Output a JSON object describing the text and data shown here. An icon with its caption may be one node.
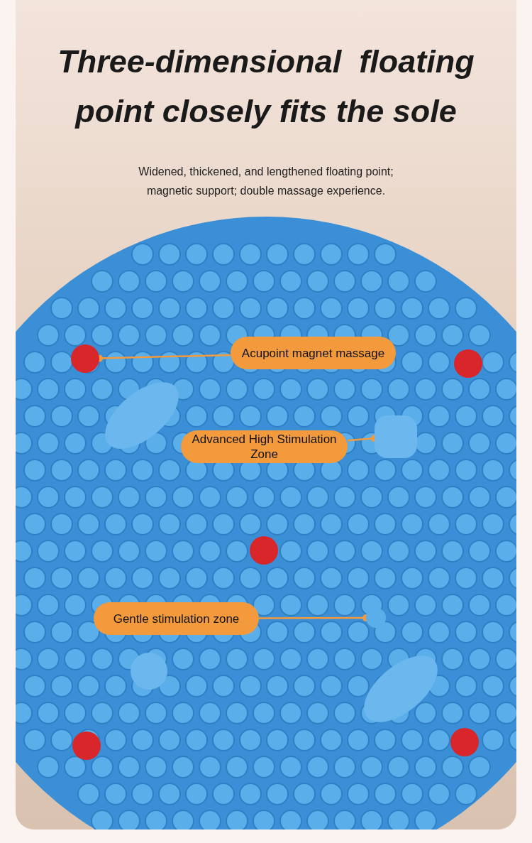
{
  "diagram": {
    "title": "Three-dimensional  floating point closely fits the sole",
    "caption": "Widened, thickened, and lengthened floating point; magnetic support; double massage experience.",
    "nodes": [
      {
        "text": [
          "Acupoint magnet massage"
        ]
      },
      {
        "text": [
          "Advanced High Stimulation Zone"
        ]
      },
      {
        "text": [
          "Gentle stimulation zone"
        ]
      },
      {
        "text": [],
        "shape": "circle"
      },
      {
        "text": [],
        "shape": "box"
      },
      {
        "text": [],
        "shape": "circle"
      }
    ],
    "edges": [
      {
        "from": 0,
        "to": 3,
        "arrow": "other"
      },
      {
        "from": 1,
        "to": 4,
        "arrow": "other"
      },
      {
        "from": 2,
        "to": 5,
        "arrow": "other"
      }
    ]
  }
}
